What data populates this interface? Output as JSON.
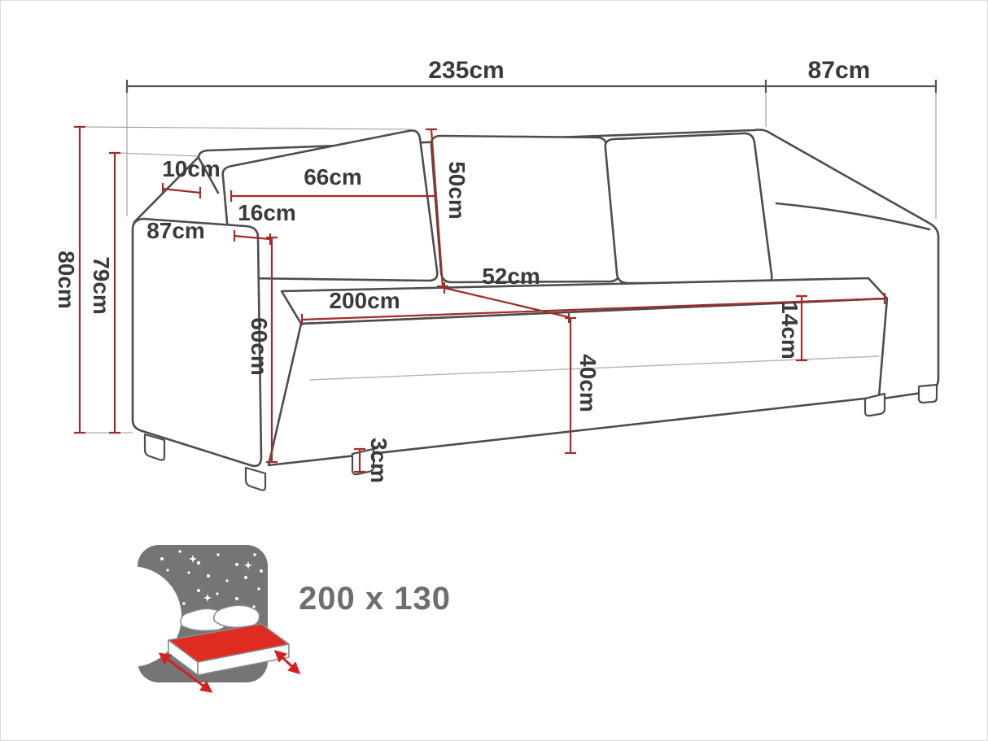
{
  "diagram": {
    "type": "sofa-dimension-diagram",
    "labels": {
      "total_width": "235cm",
      "total_depth": "87cm",
      "total_height": "80cm",
      "backrest_height": "79cm",
      "backrest_top_depth": "10cm",
      "back_cushion_width": "66cm",
      "back_cushion_height": "50cm",
      "armrest_top_width": "16cm",
      "armrest_depth": "87cm",
      "armrest_height": "60cm",
      "seat_width": "200cm",
      "seat_depth": "52cm",
      "seat_cushion_thickness": "14cm",
      "seat_front_height": "40cm",
      "leg_height": "3cm"
    },
    "sleeping_area": {
      "label": "200 x 130",
      "icon": "night-sleeping-bed-icon"
    },
    "colors": {
      "outline": "#4d4d4d",
      "dimension_line": "#a12c28",
      "top_dimension_line": "#555555",
      "extension_line": "#9a9a9a",
      "label_text": "#3a3a3a",
      "icon_background": "#757575",
      "mattress_top": "#e02b20",
      "arrow": "#d42020",
      "size_text": "#6e6e6e"
    }
  }
}
